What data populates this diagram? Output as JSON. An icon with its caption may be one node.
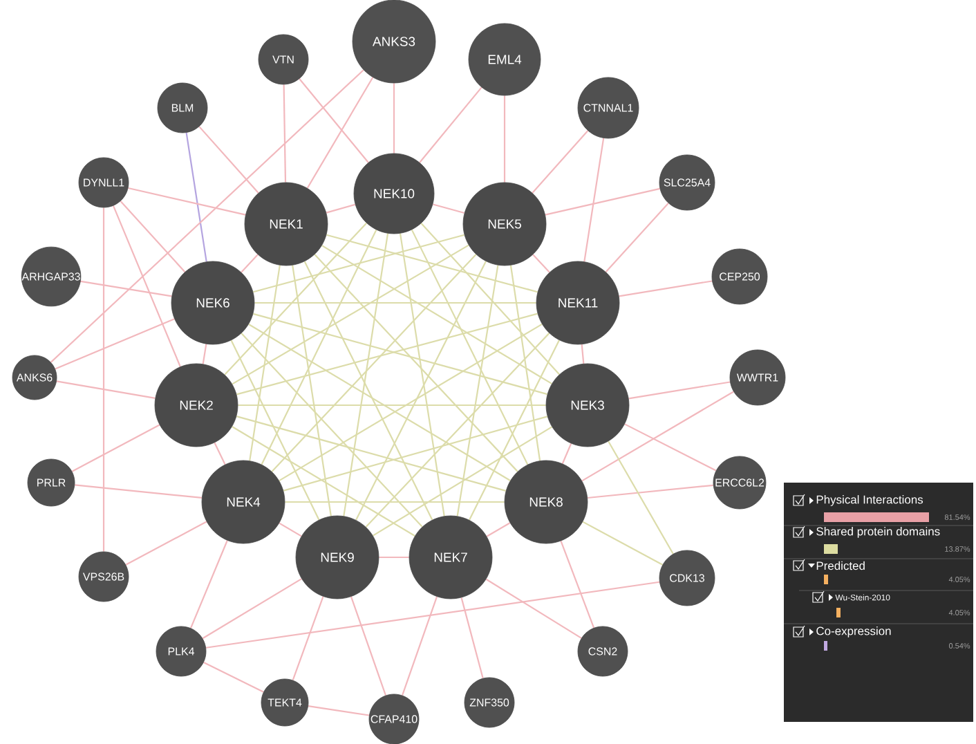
{
  "diagram": {
    "nodes": [
      {
        "text": [
          "ANKS3"
        ]
      },
      {
        "text": [
          "VTN"
        ]
      },
      {
        "text": [
          "EML4"
        ]
      },
      {
        "text": [
          "BLM"
        ]
      },
      {
        "text": [
          "CTNNAL1"
        ]
      },
      {
        "text": [
          "DYNLL1"
        ]
      },
      {
        "text": [
          "SLC25A4"
        ]
      },
      {
        "text": [
          "NEK10"
        ]
      },
      {
        "text": [
          "NEK1"
        ]
      },
      {
        "text": [
          "NEK5"
        ]
      },
      {
        "text": [
          "ARHGAP33"
        ]
      },
      {
        "text": [
          "CEP250"
        ]
      },
      {
        "text": [
          "NEK6"
        ]
      },
      {
        "text": [
          "NEK11"
        ]
      },
      {
        "text": [
          "ANKS6"
        ]
      },
      {
        "text": [
          "WWTR1"
        ]
      },
      {
        "text": [
          "NEK2"
        ]
      },
      {
        "text": [
          "NEK3"
        ]
      },
      {
        "text": [
          "PRLR"
        ]
      },
      {
        "text": [
          "ERCC6L2"
        ]
      },
      {
        "text": [
          "NEK4"
        ]
      },
      {
        "text": [
          "NEK8"
        ]
      },
      {
        "text": [
          "NEK9"
        ]
      },
      {
        "text": [
          "NEK7"
        ]
      },
      {
        "text": [
          "VPS26B"
        ]
      },
      {
        "text": [
          "CDK13"
        ]
      },
      {
        "text": [
          "PLK4"
        ]
      },
      {
        "text": [
          "CSN2"
        ]
      },
      {
        "text": [
          "TEKT4"
        ]
      },
      {
        "text": [
          "ZNF350"
        ]
      },
      {
        "text": [
          "CFAP410"
        ]
      }
    ],
    "edges": [
      {
        "from": 7,
        "to": 9,
        "arrow": "none"
      },
      {
        "from": 9,
        "to": 13,
        "arrow": "none"
      },
      {
        "from": 13,
        "to": 17,
        "arrow": "none"
      },
      {
        "from": 17,
        "to": 21,
        "arrow": "none"
      },
      {
        "from": 21,
        "to": 23,
        "arrow": "none"
      },
      {
        "from": 23,
        "to": 22,
        "arrow": "none"
      },
      {
        "from": 22,
        "to": 20,
        "arrow": "none"
      },
      {
        "from": 20,
        "to": 16,
        "arrow": "none"
      },
      {
        "from": 16,
        "to": 12,
        "arrow": "none"
      },
      {
        "from": 12,
        "to": 8,
        "arrow": "none"
      },
      {
        "from": 8,
        "to": 7,
        "arrow": "none"
      },
      {
        "from": 7,
        "to": 16,
        "arrow": "none",
        "color": "#dcdcaa"
      },
      {
        "from": 7,
        "to": 17,
        "arrow": "none",
        "color": "#dcdcaa"
      },
      {
        "from": 7,
        "to": 20,
        "arrow": "none",
        "color": "#dcdcaa"
      },
      {
        "from": 7,
        "to": 21,
        "arrow": "none",
        "color": "#dcdcaa"
      },
      {
        "from": 7,
        "to": 22,
        "arrow": "none",
        "color": "#dcdcaa"
      },
      {
        "from": 7,
        "to": 23,
        "arrow": "none",
        "color": "#dcdcaa"
      },
      {
        "from": 8,
        "to": 13,
        "arrow": "none",
        "color": "#dcdcaa"
      },
      {
        "from": 8,
        "to": 17,
        "arrow": "none",
        "color": "#dcdcaa"
      },
      {
        "from": 8,
        "to": 20,
        "arrow": "none",
        "color": "#dcdcaa"
      },
      {
        "from": 8,
        "to": 21,
        "arrow": "none",
        "color": "#dcdcaa"
      },
      {
        "from": 8,
        "to": 22,
        "arrow": "none",
        "color": "#dcdcaa"
      },
      {
        "from": 8,
        "to": 23,
        "arrow": "none",
        "color": "#dcdcaa"
      },
      {
        "from": 9,
        "to": 12,
        "arrow": "none",
        "color": "#dcdcaa"
      },
      {
        "from": 9,
        "to": 16,
        "arrow": "none",
        "color": "#dcdcaa"
      },
      {
        "from": 9,
        "to": 20,
        "arrow": "none",
        "color": "#dcdcaa"
      },
      {
        "from": 9,
        "to": 21,
        "arrow": "none",
        "color": "#dcdcaa"
      },
      {
        "from": 9,
        "to": 22,
        "arrow": "none",
        "color": "#dcdcaa"
      },
      {
        "from": 9,
        "to": 23,
        "arrow": "none",
        "color": "#dcdcaa"
      },
      {
        "from": 12,
        "to": 13,
        "arrow": "none",
        "color": "#dcdcaa"
      },
      {
        "from": 12,
        "to": 17,
        "arrow": "none",
        "color": "#dcdcaa"
      },
      {
        "from": 12,
        "to": 21,
        "arrow": "none",
        "color": "#dcdcaa"
      },
      {
        "from": 12,
        "to": 22,
        "arrow": "none",
        "color": "#dcdcaa"
      },
      {
        "from": 12,
        "to": 23,
        "arrow": "none",
        "color": "#dcdcaa"
      },
      {
        "from": 13,
        "to": 16,
        "arrow": "none",
        "color": "#dcdcaa"
      },
      {
        "from": 13,
        "to": 20,
        "arrow": "none",
        "color": "#dcdcaa"
      },
      {
        "from": 13,
        "to": 22,
        "arrow": "none",
        "color": "#dcdcaa"
      },
      {
        "from": 13,
        "to": 23,
        "arrow": "none",
        "color": "#dcdcaa"
      },
      {
        "from": 16,
        "to": 17,
        "arrow": "none",
        "color": "#dcdcaa"
      },
      {
        "from": 16,
        "to": 21,
        "arrow": "none",
        "color": "#dcdcaa"
      },
      {
        "from": 16,
        "to": 23,
        "arrow": "none",
        "color": "#dcdcaa"
      },
      {
        "from": 17,
        "to": 20,
        "arrow": "none",
        "color": "#dcdcaa"
      },
      {
        "from": 17,
        "to": 22,
        "arrow": "none",
        "color": "#dcdcaa"
      },
      {
        "from": 20,
        "to": 21,
        "arrow": "none",
        "color": "#dcdcaa"
      },
      {
        "from": 0,
        "to": 7,
        "arrow": "none"
      },
      {
        "from": 0,
        "to": 8,
        "arrow": "none"
      },
      {
        "from": 1,
        "to": 8,
        "arrow": "none"
      },
      {
        "from": 1,
        "to": 7,
        "arrow": "none"
      },
      {
        "from": 2,
        "to": 9,
        "arrow": "none"
      },
      {
        "from": 2,
        "to": 7,
        "arrow": "none"
      },
      {
        "from": 3,
        "to": 8,
        "arrow": "none"
      },
      {
        "from": 3,
        "to": 12,
        "arrow": "none",
        "color": "#b4a4e0"
      },
      {
        "from": 4,
        "to": 9,
        "arrow": "none"
      },
      {
        "from": 4,
        "to": 13,
        "arrow": "none"
      },
      {
        "from": 5,
        "to": 12,
        "arrow": "none"
      },
      {
        "from": 5,
        "to": 8,
        "arrow": "none"
      },
      {
        "from": 5,
        "to": 16,
        "arrow": "none"
      },
      {
        "from": 6,
        "to": 13,
        "arrow": "none"
      },
      {
        "from": 6,
        "to": 9,
        "arrow": "none"
      },
      {
        "from": 10,
        "to": 12,
        "arrow": "none"
      },
      {
        "from": 11,
        "to": 13,
        "arrow": "none"
      },
      {
        "from": 14,
        "to": 16,
        "arrow": "none"
      },
      {
        "from": 14,
        "to": 12,
        "arrow": "none"
      },
      {
        "from": 14,
        "to": 0,
        "arrow": "none"
      },
      {
        "from": 15,
        "to": 17,
        "arrow": "none"
      },
      {
        "from": 15,
        "to": 21,
        "arrow": "none"
      },
      {
        "from": 18,
        "to": 16,
        "arrow": "none"
      },
      {
        "from": 18,
        "to": 20,
        "arrow": "none"
      },
      {
        "from": 19,
        "to": 17,
        "arrow": "none"
      },
      {
        "from": 19,
        "to": 21,
        "arrow": "none"
      },
      {
        "from": 24,
        "to": 20,
        "arrow": "none"
      },
      {
        "from": 24,
        "to": 5,
        "arrow": "none"
      },
      {
        "from": 25,
        "to": 21,
        "arrow": "none",
        "color": "#dcdcaa"
      },
      {
        "from": 25,
        "to": 17,
        "arrow": "none",
        "color": "#dcdcaa"
      },
      {
        "from": 26,
        "to": 25,
        "arrow": "none"
      },
      {
        "from": 26,
        "to": 20,
        "arrow": "none"
      },
      {
        "from": 26,
        "to": 22,
        "arrow": "none"
      },
      {
        "from": 26,
        "to": 28,
        "arrow": "none"
      },
      {
        "from": 27,
        "to": 21,
        "arrow": "none"
      },
      {
        "from": 27,
        "to": 23,
        "arrow": "none"
      },
      {
        "from": 28,
        "to": 22,
        "arrow": "none"
      },
      {
        "from": 28,
        "to": 30,
        "arrow": "none"
      },
      {
        "from": 29,
        "to": 23,
        "arrow": "none"
      },
      {
        "from": 30,
        "to": 22,
        "arrow": "none"
      },
      {
        "from": 30,
        "to": 23,
        "arrow": "none"
      }
    ],
    "labels": [
      "81.54%",
      "13.87%",
      "4.05%",
      "4.05%",
      "0.54%"
    ],
    "legend": [
      {
        "text": "Physical Interactions",
        "color": "#e8a0a6"
      },
      {
        "text": "Shared protein domains",
        "color": "#dcdca0"
      },
      {
        "text": "Predicted",
        "color": "#f5b060"
      },
      {
        "text": "Wu-Stein-2010",
        "color": "#f5b060"
      },
      {
        "text": "Co-expression",
        "color": "#c0a8e0"
      }
    ]
  }
}
